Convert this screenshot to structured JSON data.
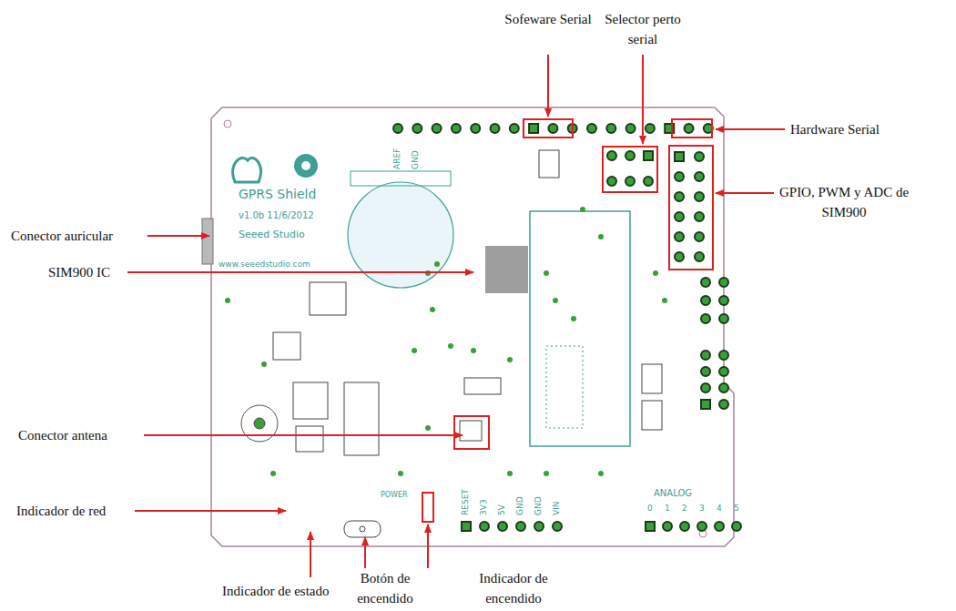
{
  "diagram": {
    "labels": [
      "Sofeware Serial",
      "Selector perto serial",
      "Hardware Serial",
      "GPIO, PWM y ADC de SIM900",
      "Conector auricular",
      "SIM900 IC",
      "Conector antena",
      "Indicador de red",
      "Indicador de estado",
      "Botón de encendido",
      "Indicador de encendido",
      "GPRS Shield",
      "v1.0b 11/6/2012",
      "Seeed Studio",
      "www.seeedstudio.com",
      "AREF",
      "GND",
      "RESET",
      "3V3",
      "5V",
      "GND",
      "GND",
      "VIN",
      "ANALOG",
      "0",
      "1",
      "2",
      "3",
      "4",
      "5",
      "POWER"
    ]
  }
}
